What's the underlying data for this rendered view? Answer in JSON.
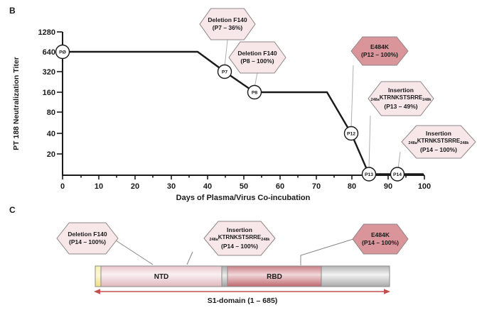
{
  "figure": {
    "panel_b_label": "B",
    "panel_c_label": "C"
  },
  "chart_data": {
    "type": "line",
    "title": "",
    "xlabel": "Days of Plasma/Virus Co-incubation",
    "ylabel": "PT 188 Neutralization Titer",
    "xlim": [
      0,
      100
    ],
    "xticks": [
      0,
      10,
      20,
      30,
      40,
      50,
      60,
      70,
      80,
      90,
      100
    ],
    "yticks": [
      20,
      40,
      80,
      160,
      320,
      640,
      1280
    ],
    "yscale": "log2",
    "grid": false,
    "x": [
      0,
      38,
      45,
      53,
      73,
      80,
      85,
      93,
      100
    ],
    "y": [
      640,
      640,
      320,
      160,
      160,
      40,
      10,
      10,
      10
    ],
    "points": [
      {
        "label": "PØ",
        "day": 0,
        "titer": 640
      },
      {
        "label": "P7",
        "day": 45,
        "titer": 320
      },
      {
        "label": "P8",
        "day": 53,
        "titer": 160
      },
      {
        "label": "P12",
        "day": 80,
        "titer": 40
      },
      {
        "label": "P13",
        "day": 85,
        "titer": 10
      },
      {
        "label": "P14",
        "day": 93,
        "titer": 10
      }
    ]
  },
  "panel_b": {
    "callouts": [
      {
        "name": "deletion-f140-p7",
        "line1": "Deletion F140",
        "line2": "(P7 – 36%)",
        "variant": "light"
      },
      {
        "name": "deletion-f140-p8",
        "line1": "Deletion F140",
        "line2": "(P8 – 100%)",
        "variant": "light"
      },
      {
        "name": "e484k-p12",
        "line1": "E484K",
        "line2": "(P12 – 100%)",
        "variant": "dark"
      },
      {
        "name": "insertion-p13",
        "line1": "Insertion",
        "sub_pre": "248a",
        "insert_seq": "KTRNKSTSRRE",
        "sub_post": "248k",
        "line3": "(P13 – 49%)",
        "variant": "light"
      },
      {
        "name": "insertion-p14",
        "line1": "Insertion",
        "sub_pre": "248a",
        "insert_seq": "KTRNKSTSRRE",
        "sub_post": "248k",
        "line3": "(P14 – 100%)",
        "variant": "light"
      }
    ]
  },
  "panel_c": {
    "callouts": [
      {
        "name": "deletion-f140-p14",
        "line1": "Deletion F140",
        "line2": "(P14 – 100%)",
        "variant": "light"
      },
      {
        "name": "insertion-p14",
        "line1": "Insertion",
        "sub_pre": "248a",
        "insert_seq": "KTRNKSTSRRE",
        "sub_post": "248k",
        "line3": "(P14 – 100%)",
        "variant": "light"
      },
      {
        "name": "e484k-p14",
        "line1": "E484K",
        "line2": "(P14 – 100%)",
        "variant": "dark"
      }
    ],
    "bar": {
      "ntd_label": "NTD",
      "rbd_label": "RBD",
      "s1_label": "S1-domain (1 – 685)"
    }
  },
  "colors": {
    "callout_light": "#f7e7e9",
    "callout_dark": "#d9959a",
    "callout_border": "#8f8589",
    "line": "#1a1a1a",
    "connector": "#b3adad",
    "s1_arrow": "#c0504d"
  }
}
